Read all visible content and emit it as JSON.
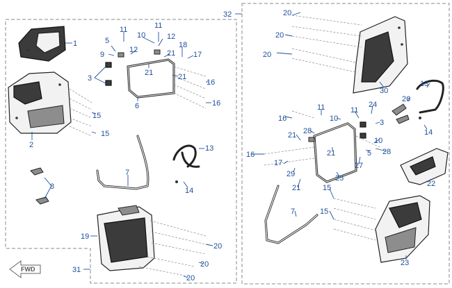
{
  "diagram": {
    "fwd_label": "FWD",
    "callouts": {
      "c1": "1",
      "c2": "2",
      "c3a": "3",
      "c3b": "3",
      "c5a": "5",
      "c5b": "5",
      "c6": "6",
      "c7a": "7",
      "c7b": "7",
      "c8": "8",
      "c9": "9",
      "c10a": "10",
      "c10b": "10",
      "c10c": "10",
      "c11a": "11",
      "c11b": "11",
      "c11c": "11",
      "c11d": "11",
      "c12a": "12",
      "c12b": "12",
      "c13a": "13",
      "c13b": "13",
      "c14a": "14",
      "c14b": "14",
      "c15a": "15",
      "c15b": "15",
      "c15c": "15",
      "c15d": "15",
      "c16a": "16",
      "c16b": "16",
      "c16c": "16",
      "c16d": "16",
      "c17a": "17",
      "c17b": "17",
      "c18": "18",
      "c19": "19",
      "c20a": "20",
      "c20b": "20",
      "c20c": "20",
      "c20d": "20",
      "c20e": "20",
      "c20f": "20",
      "c21a": "21",
      "c21b": "21",
      "c21c": "21",
      "c21d": "21",
      "c21e": "21",
      "c21f": "21",
      "c22": "22",
      "c23": "23",
      "c24": "24",
      "c25": "25",
      "c26": "26",
      "c27": "27",
      "c28a": "28",
      "c28b": "28",
      "c29": "29",
      "c30": "30",
      "c31": "31",
      "c32": "32"
    }
  }
}
